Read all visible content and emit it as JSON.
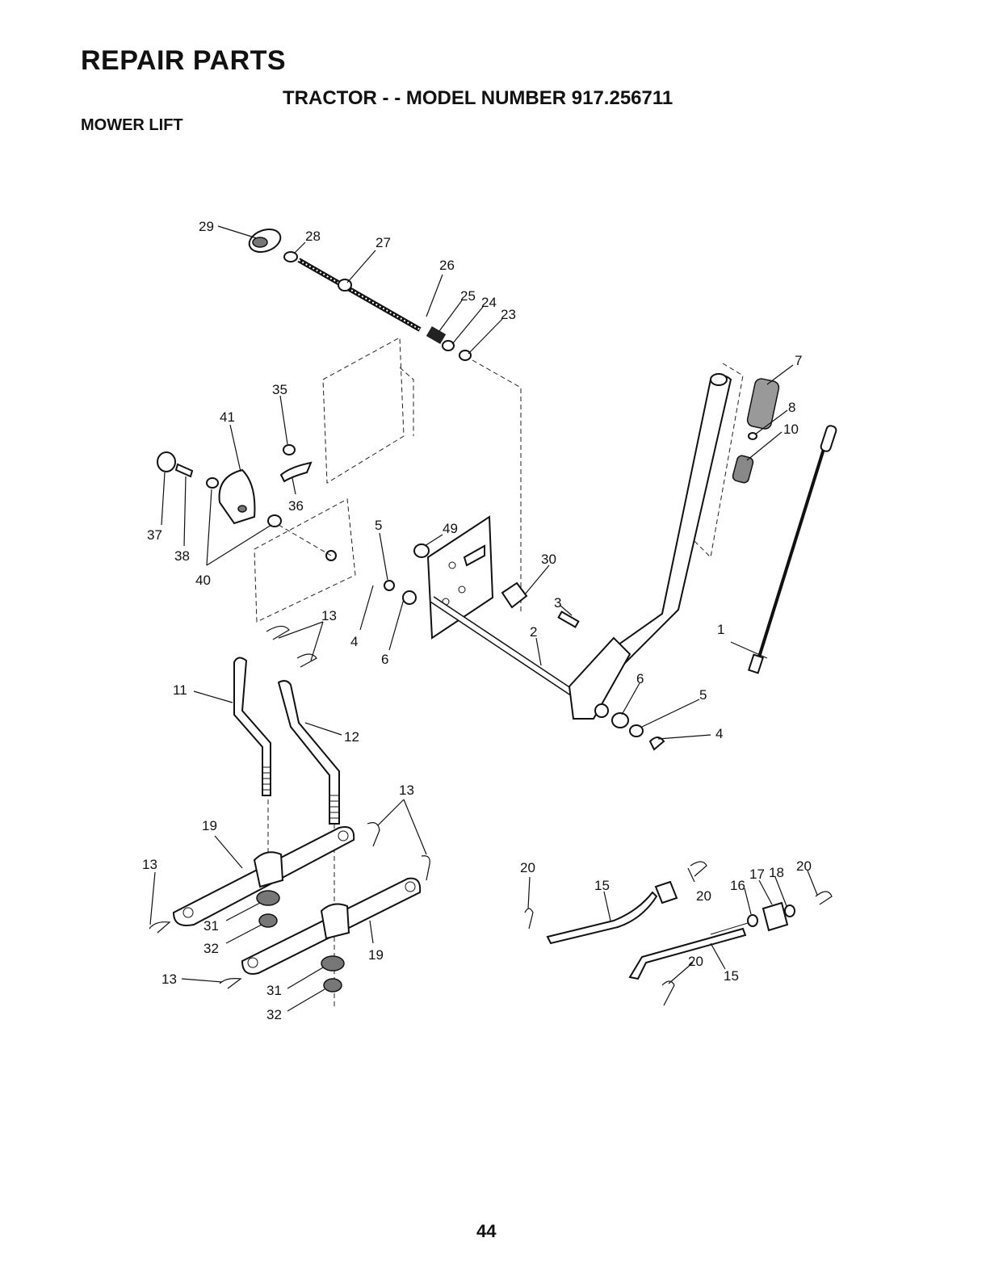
{
  "header": {
    "title": "REPAIR PARTS",
    "subtitle": "TRACTOR - - MODEL NUMBER 917.256711",
    "section": "MOWER LIFT"
  },
  "diagram": {
    "callouts": [
      "29",
      "28",
      "27",
      "26",
      "25",
      "24",
      "23",
      "7",
      "8",
      "10",
      "35",
      "41",
      "36",
      "37",
      "38",
      "40",
      "5",
      "49",
      "30",
      "3",
      "4",
      "6",
      "2",
      "1",
      "13",
      "11",
      "12",
      "6",
      "5",
      "4",
      "13",
      "19",
      "13",
      "31",
      "32",
      "19",
      "13",
      "31",
      "32",
      "20",
      "15",
      "20",
      "16",
      "17",
      "18",
      "20",
      "20",
      "15"
    ]
  },
  "footer": {
    "page_number": "44"
  }
}
